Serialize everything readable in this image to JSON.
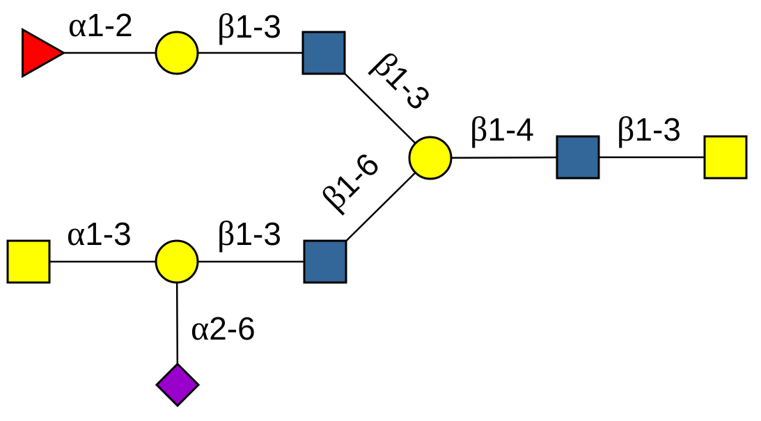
{
  "diagram": {
    "type": "glycan-snfg",
    "colors": {
      "fucose": "#ff0000",
      "galactose": "#ffff00",
      "glcnac": "#336699",
      "galnac": "#ffff00",
      "neu5ac": "#9900cc",
      "outline": "#000000",
      "background": "#ffffff"
    },
    "nodes": [
      {
        "id": "fuc",
        "name": "Fucose",
        "shape": "triangle",
        "color_key": "fucose"
      },
      {
        "id": "gal_top",
        "name": "Galactose",
        "shape": "circle",
        "color_key": "galactose"
      },
      {
        "id": "glcnac_top",
        "name": "GlcNAc",
        "shape": "square",
        "color_key": "glcnac"
      },
      {
        "id": "gal_core",
        "name": "Galactose",
        "shape": "circle",
        "color_key": "galactose"
      },
      {
        "id": "glcnac_right",
        "name": "GlcNAc",
        "shape": "square",
        "color_key": "glcnac"
      },
      {
        "id": "galnac_right",
        "name": "GalNAc",
        "shape": "square",
        "color_key": "galnac"
      },
      {
        "id": "galnac_left",
        "name": "GalNAc",
        "shape": "square",
        "color_key": "galnac"
      },
      {
        "id": "gal_bottom",
        "name": "Galactose",
        "shape": "circle",
        "color_key": "galactose"
      },
      {
        "id": "glcnac_bottom",
        "name": "GlcNAc",
        "shape": "square",
        "color_key": "glcnac"
      },
      {
        "id": "neu5ac",
        "name": "Neu5Ac",
        "shape": "diamond",
        "color_key": "neu5ac"
      }
    ],
    "linkages": [
      {
        "from": "fuc",
        "to": "gal_top",
        "anomer": "α",
        "positions": "1-2"
      },
      {
        "from": "gal_top",
        "to": "glcnac_top",
        "anomer": "β",
        "positions": "1-3"
      },
      {
        "from": "glcnac_top",
        "to": "gal_core",
        "anomer": "β",
        "positions": "1-3"
      },
      {
        "from": "glcnac_bottom",
        "to": "gal_core",
        "anomer": "β",
        "positions": "1-6"
      },
      {
        "from": "gal_core",
        "to": "glcnac_right",
        "anomer": "β",
        "positions": "1-4"
      },
      {
        "from": "glcnac_right",
        "to": "galnac_right",
        "anomer": "β",
        "positions": "1-3"
      },
      {
        "from": "galnac_left",
        "to": "gal_bottom",
        "anomer": "α",
        "positions": "1-3"
      },
      {
        "from": "gal_bottom",
        "to": "glcnac_bottom",
        "anomer": "β",
        "positions": "1-3"
      },
      {
        "from": "neu5ac",
        "to": "gal_bottom",
        "anomer": "α",
        "positions": "2-6"
      }
    ]
  }
}
